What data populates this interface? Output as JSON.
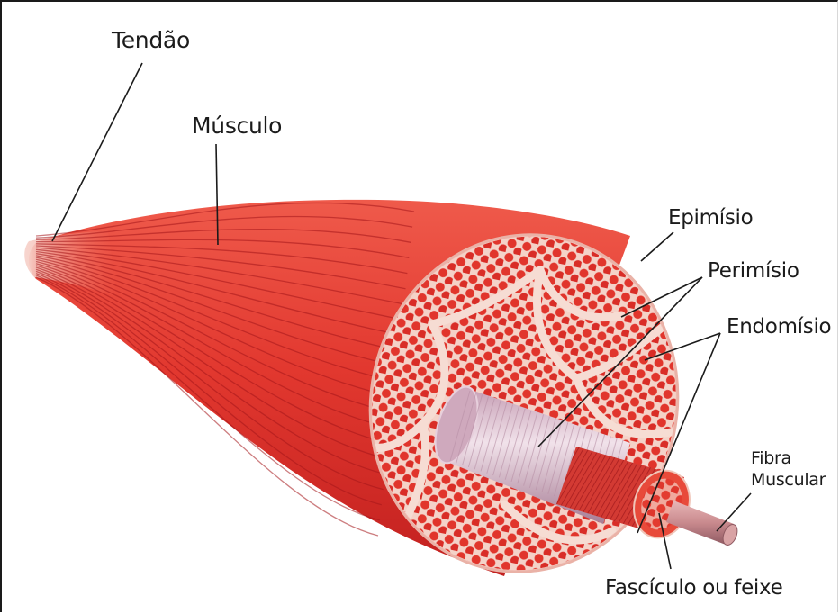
{
  "labels": {
    "tendon": "Tendão",
    "muscle": "Músculo",
    "epimysium": "Epimísio",
    "perimysium": "Perimísio",
    "endomysium": "Endomísio",
    "fiber_line1": "Fibra",
    "fiber_line2": "Muscular",
    "fascicle": "Fascículo ou feixe"
  },
  "colors": {
    "muscle_red": "#e2382f",
    "muscle_dark": "#b5161a",
    "connective_tissue": "#f3c6bd",
    "fascicle_wrap": "#d9b9c7",
    "fiber_pale": "#d9a3a5"
  }
}
